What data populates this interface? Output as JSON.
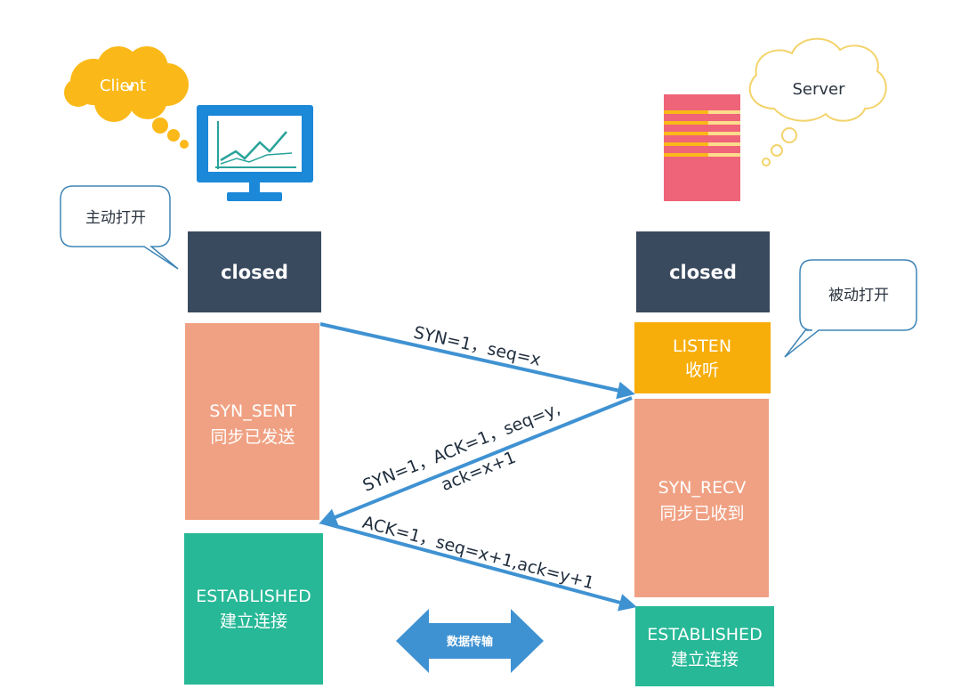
{
  "client": {
    "cloud_label": "Client",
    "bubble_label": "主动打开",
    "states": {
      "closed": "closed",
      "syn_sent_en": "SYN_SENT",
      "syn_sent_cn": "同步已发送",
      "established_en": "ESTABLISHED",
      "established_cn": "建立连接"
    }
  },
  "server": {
    "cloud_label": "Server",
    "bubble_label": "被动打开",
    "states": {
      "closed": "closed",
      "listen_en": "LISTEN",
      "listen_cn": "收听",
      "syn_recv_en": "SYN_RECV",
      "syn_recv_cn": "同步已收到",
      "established_en": "ESTABLISHED",
      "established_cn": "建立连接"
    }
  },
  "messages": {
    "first": "SYN=1，seq=x",
    "second_line1": "SYN=1，ACK=1，seq=y,",
    "second_line2": "ack=x+1",
    "third": "ACK=1，seq=x+1,ack=y+1"
  },
  "data_transfer_label": "数据传输",
  "colors": {
    "closed": "#3a4a5e",
    "syn": "#f0a183",
    "listen": "#f8ae0a",
    "established": "#27b897",
    "arrow": "#3f92d2",
    "client_cloud": "#fbb919",
    "server_cloud_outline": "#f3d36a",
    "monitor": "#1b88d8",
    "server_rack": "#ef6478",
    "bubble_outline": "#3f85b6"
  }
}
